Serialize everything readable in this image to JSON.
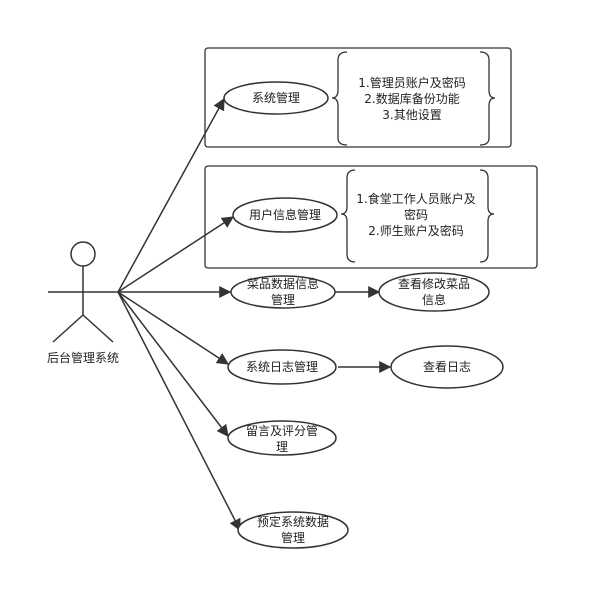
{
  "actor": {
    "label": "后台管理系统"
  },
  "use_cases": {
    "system_mgmt": {
      "label": "系统管理"
    },
    "user_info_mgmt": {
      "label": "用户信息管理"
    },
    "dish_data_mgmt": {
      "line1": "菜品数据信息",
      "line2": "管理"
    },
    "system_log_mgmt": {
      "label": "系统日志管理"
    },
    "comment_rating_mgmt": {
      "line1": "留言及评分管",
      "line2": "理"
    },
    "booking_system_mgmt": {
      "line1": "预定系统数据",
      "line2": "管理"
    },
    "view_edit_dishes": {
      "line1": "查看修改菜品",
      "line2": "信息"
    },
    "view_logs": {
      "label": "查看日志"
    }
  },
  "notes": {
    "system_mgmt": [
      "1.管理员账户及密码",
      "2.数据库备份功能",
      "3.其他设置"
    ],
    "user_info_mgmt": [
      "1.食堂工作人员账户及",
      "密码",
      "2.师生账户及密码"
    ]
  },
  "colors": {
    "stroke": "#333333",
    "text": "#222222",
    "background": "#ffffff"
  }
}
